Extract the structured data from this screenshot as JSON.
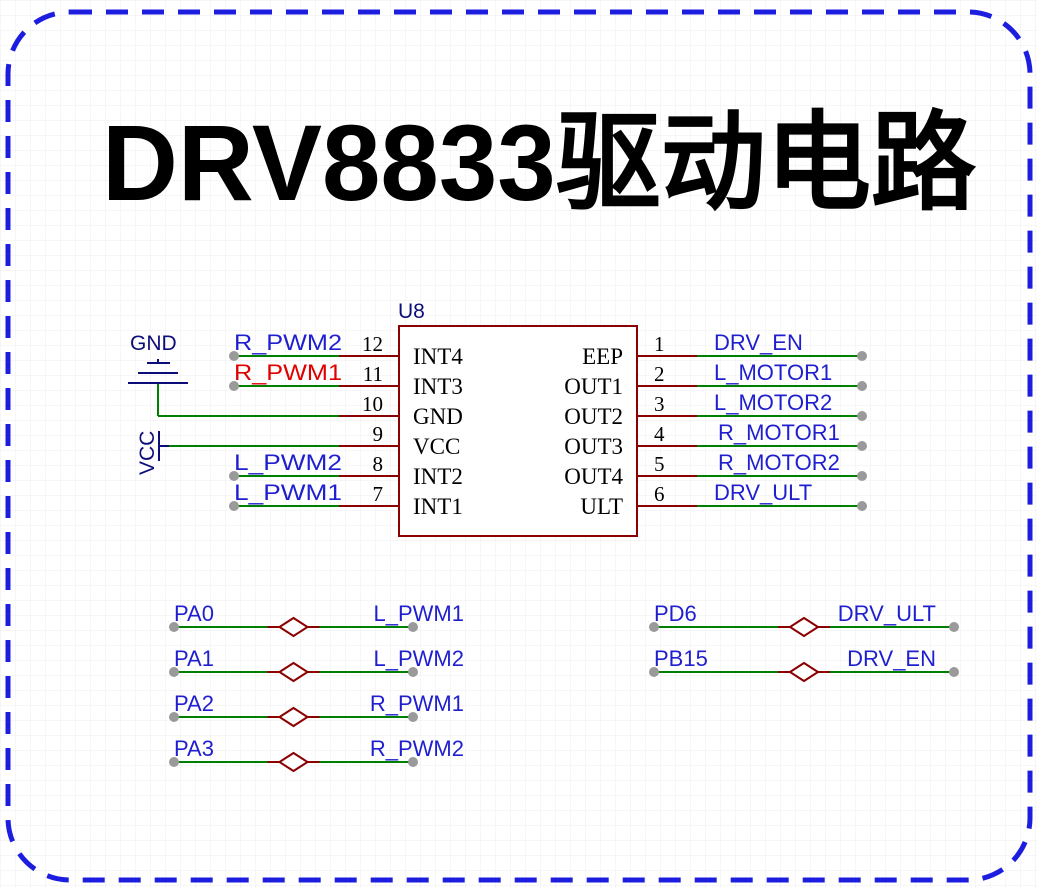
{
  "title": "DRV8833驱动电路",
  "colors": {
    "wire": "#008000",
    "net_label": "#1f1fd0",
    "net_label_active": "#e00000",
    "component": "#8b0000",
    "pin_text": "#000000",
    "power_label": "#0d0d7a",
    "terminal": "#9a9a9a",
    "border": "#1d1de0",
    "grid": "#ececec"
  },
  "chip": {
    "designator": "U8",
    "left_pins": [
      {
        "number": "12",
        "name": "INT4",
        "net": "R_PWM2",
        "net_active": false
      },
      {
        "number": "11",
        "name": "INT3",
        "net": "R_PWM1",
        "net_active": true
      },
      {
        "number": "10",
        "name": "GND",
        "net": "",
        "net_active": false
      },
      {
        "number": "9",
        "name": "VCC",
        "net": "",
        "net_active": false
      },
      {
        "number": "8",
        "name": "INT2",
        "net": "L_PWM2",
        "net_active": false
      },
      {
        "number": "7",
        "name": "INT1",
        "net": "L_PWM1",
        "net_active": false
      }
    ],
    "right_pins": [
      {
        "number": "1",
        "name": "EEP",
        "net": "DRV_EN"
      },
      {
        "number": "2",
        "name": "OUT1",
        "net": "L_MOTOR1"
      },
      {
        "number": "3",
        "name": "OUT2",
        "net": "L_MOTOR2"
      },
      {
        "number": "4",
        "name": "OUT3",
        "net": "R_MOTOR1"
      },
      {
        "number": "5",
        "name": "OUT4",
        "net": "R_MOTOR2"
      },
      {
        "number": "6",
        "name": "ULT",
        "net": "DRV_ULT"
      }
    ]
  },
  "power": {
    "gnd": "GND",
    "vcc": "VCC"
  },
  "net_ties_left": [
    {
      "from": "PA0",
      "to": "L_PWM1"
    },
    {
      "from": "PA1",
      "to": "L_PWM2"
    },
    {
      "from": "PA2",
      "to": "R_PWM1"
    },
    {
      "from": "PA3",
      "to": "R_PWM2"
    }
  ],
  "net_ties_right": [
    {
      "from": "PD6",
      "to": "DRV_ULT"
    },
    {
      "from": "PB15",
      "to": "DRV_EN"
    }
  ]
}
